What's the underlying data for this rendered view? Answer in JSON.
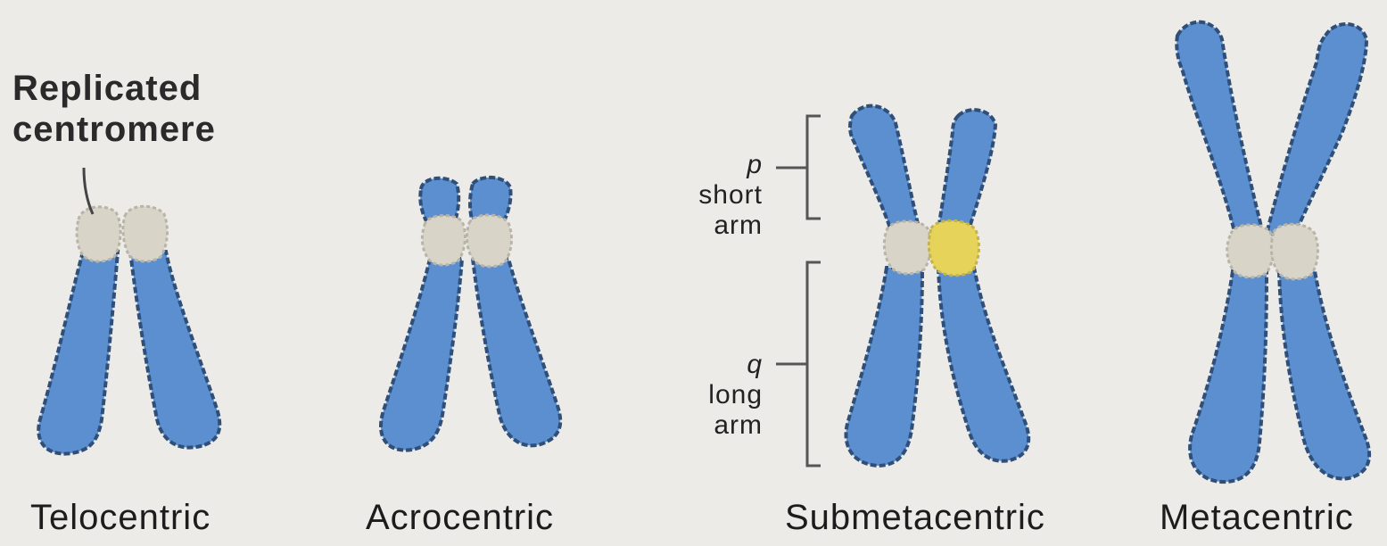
{
  "annotation": {
    "line1": "Replicated",
    "line2": "centromere"
  },
  "arm_labels": {
    "p_symbol": "p",
    "p_text": [
      "short",
      "arm"
    ],
    "q_symbol": "q",
    "q_text": [
      "long",
      "arm"
    ]
  },
  "types": [
    {
      "id": "telocentric",
      "label": "Telocentric"
    },
    {
      "id": "acrocentric",
      "label": "Acrocentric"
    },
    {
      "id": "submetacentric",
      "label": "Submetacentric"
    },
    {
      "id": "metacentric",
      "label": "Metacentric"
    }
  ],
  "colors": {
    "chromatid": "#5b8fcf",
    "chromatid_outline": "#2f4f78",
    "centromere": "#d9d4c8",
    "centromere_highlight": "#e6d45a",
    "background": "#ecebe8"
  }
}
